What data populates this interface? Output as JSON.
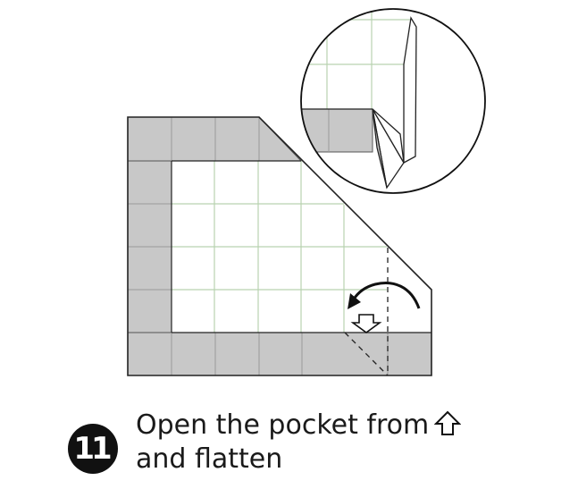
{
  "step": {
    "number": "11",
    "line1": "Open the pocket from",
    "line2": "and flatten",
    "inline_icon": "open-arrow-up-icon"
  },
  "colors": {
    "paper_front": "#c8c8c8",
    "paper_back": "#ffffff",
    "grid_line": "#b9d2b1",
    "outline": "#222222"
  }
}
